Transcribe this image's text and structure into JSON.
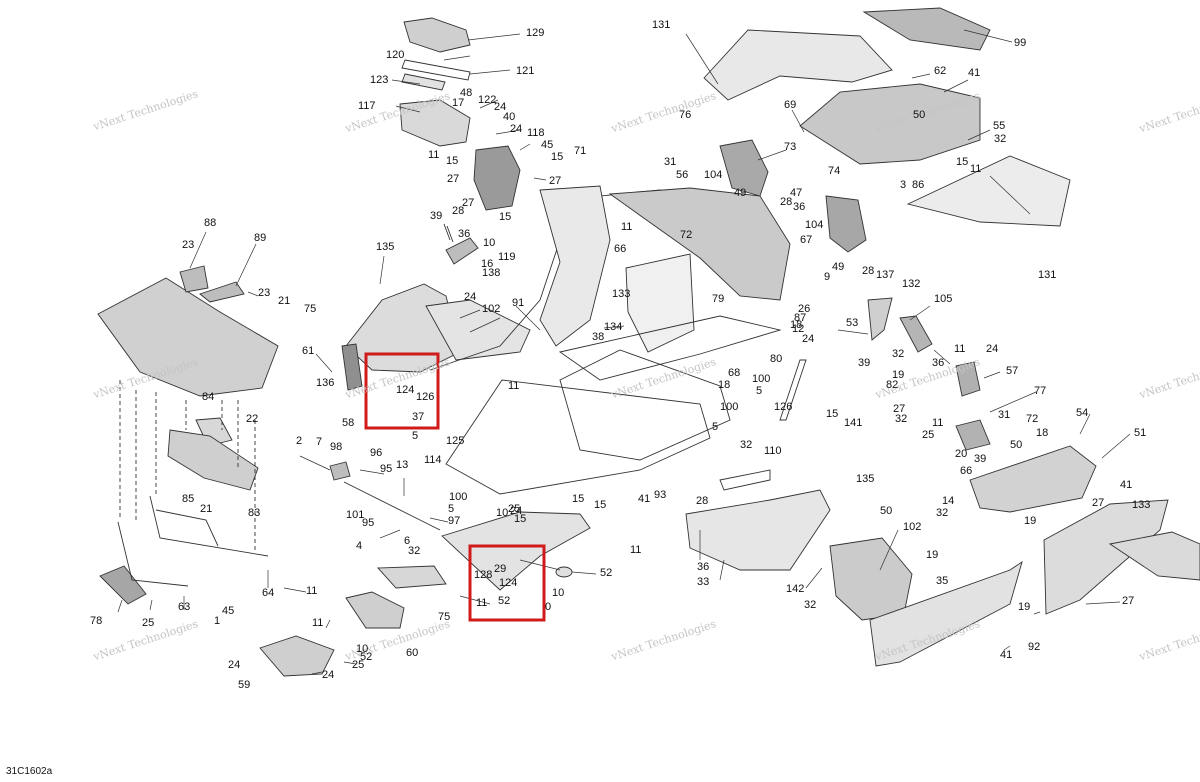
{
  "diagram": {
    "code": "31C1602a",
    "watermark_text": "vNext Technologies",
    "highlight_color": "#d11a1a",
    "labels": [
      {
        "id": "a1",
        "text": "129"
      },
      {
        "id": "a2",
        "text": "120"
      },
      {
        "id": "a3",
        "text": "121"
      },
      {
        "id": "a4",
        "text": "123"
      },
      {
        "id": "a5",
        "text": "48"
      },
      {
        "id": "a6",
        "text": "17"
      },
      {
        "id": "a7",
        "text": "122"
      },
      {
        "id": "a8",
        "text": "117"
      },
      {
        "id": "a9",
        "text": "24"
      },
      {
        "id": "a10",
        "text": "40"
      },
      {
        "id": "a11",
        "text": "24"
      },
      {
        "id": "a12",
        "text": "118"
      },
      {
        "id": "a13",
        "text": "11"
      },
      {
        "id": "a14",
        "text": "15"
      },
      {
        "id": "a15",
        "text": "45"
      },
      {
        "id": "a16",
        "text": "15"
      },
      {
        "id": "a17",
        "text": "27"
      },
      {
        "id": "a18",
        "text": "27"
      },
      {
        "id": "a19",
        "text": "27"
      },
      {
        "id": "a20",
        "text": "28"
      },
      {
        "id": "a21",
        "text": "39"
      },
      {
        "id": "a22",
        "text": "15"
      },
      {
        "id": "a23",
        "text": "36"
      },
      {
        "id": "a24",
        "text": "10"
      },
      {
        "id": "a25",
        "text": "119"
      },
      {
        "id": "a26",
        "text": "16"
      },
      {
        "id": "a27",
        "text": "138"
      },
      {
        "id": "b1",
        "text": "131"
      },
      {
        "id": "b2",
        "text": "99"
      },
      {
        "id": "b3",
        "text": "62"
      },
      {
        "id": "b4",
        "text": "41"
      },
      {
        "id": "b5",
        "text": "76"
      },
      {
        "id": "b6",
        "text": "69"
      },
      {
        "id": "b7",
        "text": "50"
      },
      {
        "id": "b8",
        "text": "55"
      },
      {
        "id": "b9",
        "text": "32"
      },
      {
        "id": "b10",
        "text": "73"
      },
      {
        "id": "b11",
        "text": "15"
      },
      {
        "id": "b12",
        "text": "11"
      },
      {
        "id": "b13",
        "text": "3"
      },
      {
        "id": "b14",
        "text": "86"
      },
      {
        "id": "b15",
        "text": "71"
      },
      {
        "id": "b16",
        "text": "31"
      },
      {
        "id": "b17",
        "text": "56"
      },
      {
        "id": "b18",
        "text": "104"
      },
      {
        "id": "b19",
        "text": "49"
      },
      {
        "id": "b20",
        "text": "47"
      },
      {
        "id": "b21",
        "text": "28"
      },
      {
        "id": "b22",
        "text": "36"
      },
      {
        "id": "b23",
        "text": "131"
      },
      {
        "id": "b24",
        "text": "74"
      },
      {
        "id": "b25",
        "text": "11"
      },
      {
        "id": "b26",
        "text": "66"
      },
      {
        "id": "b27",
        "text": "72"
      },
      {
        "id": "b28",
        "text": "104"
      },
      {
        "id": "b29",
        "text": "67"
      },
      {
        "id": "b30",
        "text": "49"
      },
      {
        "id": "b31",
        "text": "9"
      },
      {
        "id": "b32",
        "text": "28"
      },
      {
        "id": "b33",
        "text": "137"
      },
      {
        "id": "b34",
        "text": "132"
      },
      {
        "id": "c1",
        "text": "88"
      },
      {
        "id": "c2",
        "text": "89"
      },
      {
        "id": "c3",
        "text": "23"
      },
      {
        "id": "c4",
        "text": "23"
      },
      {
        "id": "c5",
        "text": "21"
      },
      {
        "id": "c6",
        "text": "135"
      },
      {
        "id": "c7",
        "text": "24"
      },
      {
        "id": "c8",
        "text": "102"
      },
      {
        "id": "c9",
        "text": "91"
      },
      {
        "id": "c10",
        "text": "133"
      },
      {
        "id": "c11",
        "text": "134"
      },
      {
        "id": "c12",
        "text": "38"
      },
      {
        "id": "c13",
        "text": "75"
      },
      {
        "id": "c14",
        "text": "61"
      },
      {
        "id": "c15",
        "text": "136"
      },
      {
        "id": "c16",
        "text": "58"
      },
      {
        "id": "c17",
        "text": "124"
      },
      {
        "id": "c18",
        "text": "126"
      },
      {
        "id": "c19",
        "text": "37"
      },
      {
        "id": "c20",
        "text": "5"
      },
      {
        "id": "c21",
        "text": "11"
      },
      {
        "id": "c22",
        "text": "125"
      },
      {
        "id": "c23",
        "text": "84"
      },
      {
        "id": "c24",
        "text": "22"
      },
      {
        "id": "c25",
        "text": "79"
      },
      {
        "id": "c26",
        "text": "26"
      },
      {
        "id": "c27",
        "text": "87"
      },
      {
        "id": "c28",
        "text": "12"
      },
      {
        "id": "c29",
        "text": "18"
      },
      {
        "id": "c30",
        "text": "53"
      },
      {
        "id": "c31",
        "text": "105"
      },
      {
        "id": "c32",
        "text": "68"
      },
      {
        "id": "c33",
        "text": "18"
      },
      {
        "id": "c34",
        "text": "80"
      },
      {
        "id": "c35",
        "text": "24"
      },
      {
        "id": "c36",
        "text": "39"
      },
      {
        "id": "c37",
        "text": "100"
      },
      {
        "id": "c38",
        "text": "5"
      },
      {
        "id": "c39",
        "text": "100"
      },
      {
        "id": "c40",
        "text": "5"
      },
      {
        "id": "c41",
        "text": "126"
      },
      {
        "id": "c42",
        "text": "15"
      },
      {
        "id": "c43",
        "text": "141"
      },
      {
        "id": "c44",
        "text": "32"
      },
      {
        "id": "c45",
        "text": "36"
      },
      {
        "id": "c46",
        "text": "11"
      },
      {
        "id": "c47",
        "text": "24"
      },
      {
        "id": "c48",
        "text": "57"
      },
      {
        "id": "c49",
        "text": "19"
      },
      {
        "id": "c50",
        "text": "82"
      },
      {
        "id": "c51",
        "text": "27"
      },
      {
        "id": "c52",
        "text": "32"
      },
      {
        "id": "c53",
        "text": "77"
      },
      {
        "id": "c54",
        "text": "31"
      },
      {
        "id": "c55",
        "text": "72"
      },
      {
        "id": "c56",
        "text": "54"
      },
      {
        "id": "c57",
        "text": "11"
      },
      {
        "id": "c58",
        "text": "25"
      },
      {
        "id": "c59",
        "text": "18"
      },
      {
        "id": "c60",
        "text": "50"
      },
      {
        "id": "c61",
        "text": "51"
      },
      {
        "id": "c62",
        "text": "20"
      },
      {
        "id": "c63",
        "text": "39"
      },
      {
        "id": "d1",
        "text": "2"
      },
      {
        "id": "d2",
        "text": "7"
      },
      {
        "id": "d3",
        "text": "98"
      },
      {
        "id": "d4",
        "text": "96"
      },
      {
        "id": "d5",
        "text": "13"
      },
      {
        "id": "d6",
        "text": "95"
      },
      {
        "id": "d7",
        "text": "114"
      },
      {
        "id": "d8",
        "text": "93"
      },
      {
        "id": "d9",
        "text": "32"
      },
      {
        "id": "d10",
        "text": "110"
      },
      {
        "id": "d11",
        "text": "135"
      },
      {
        "id": "d12",
        "text": "66"
      },
      {
        "id": "d13",
        "text": "41"
      },
      {
        "id": "d14",
        "text": "14"
      },
      {
        "id": "d15",
        "text": "32"
      },
      {
        "id": "d16",
        "text": "27"
      },
      {
        "id": "d17",
        "text": "19"
      },
      {
        "id": "d18",
        "text": "133"
      },
      {
        "id": "d19",
        "text": "100"
      },
      {
        "id": "d20",
        "text": "5"
      },
      {
        "id": "d21",
        "text": "25"
      },
      {
        "id": "d22",
        "text": "15"
      },
      {
        "id": "d23",
        "text": "41"
      },
      {
        "id": "d24",
        "text": "28"
      },
      {
        "id": "d25",
        "text": "15"
      },
      {
        "id": "d26",
        "text": "85"
      },
      {
        "id": "d27",
        "text": "21"
      },
      {
        "id": "d28",
        "text": "83"
      },
      {
        "id": "d29",
        "text": "101"
      },
      {
        "id": "d30",
        "text": "95"
      },
      {
        "id": "d31",
        "text": "97"
      },
      {
        "id": "d32",
        "text": "4"
      },
      {
        "id": "d33",
        "text": "6"
      },
      {
        "id": "d34",
        "text": "32"
      },
      {
        "id": "d35",
        "text": "24"
      },
      {
        "id": "d36",
        "text": "10"
      },
      {
        "id": "d37",
        "text": "15"
      },
      {
        "id": "d38",
        "text": "11"
      },
      {
        "id": "d39",
        "text": "50"
      },
      {
        "id": "d40",
        "text": "102"
      },
      {
        "id": "d41",
        "text": "19"
      },
      {
        "id": "d42",
        "text": "36"
      },
      {
        "id": "d43",
        "text": "33"
      },
      {
        "id": "d44",
        "text": "142"
      },
      {
        "id": "d45",
        "text": "32"
      },
      {
        "id": "d46",
        "text": "35"
      },
      {
        "id": "d47",
        "text": "19"
      },
      {
        "id": "d48",
        "text": "27"
      },
      {
        "id": "e1",
        "text": "75"
      },
      {
        "id": "e2",
        "text": "128"
      },
      {
        "id": "e3",
        "text": "29"
      },
      {
        "id": "e4",
        "text": "124"
      },
      {
        "id": "e5",
        "text": "52"
      },
      {
        "id": "e6",
        "text": "10"
      },
      {
        "id": "e7",
        "text": "0"
      },
      {
        "id": "e8",
        "text": "11"
      },
      {
        "id": "e9",
        "text": "52"
      },
      {
        "id": "e10",
        "text": "78"
      },
      {
        "id": "e11",
        "text": "25"
      },
      {
        "id": "e12",
        "text": "63"
      },
      {
        "id": "e13",
        "text": "45"
      },
      {
        "id": "e14",
        "text": "1"
      },
      {
        "id": "e15",
        "text": "64"
      },
      {
        "id": "e16",
        "text": "11"
      },
      {
        "id": "e17",
        "text": "60"
      },
      {
        "id": "e18",
        "text": "11"
      },
      {
        "id": "e19",
        "text": "10"
      },
      {
        "id": "e20",
        "text": "52"
      },
      {
        "id": "e21",
        "text": "24"
      },
      {
        "id": "e22",
        "text": "25"
      },
      {
        "id": "e23",
        "text": "59"
      },
      {
        "id": "e24",
        "text": "24"
      },
      {
        "id": "e25",
        "text": "92"
      },
      {
        "id": "e26",
        "text": "41"
      }
    ]
  }
}
